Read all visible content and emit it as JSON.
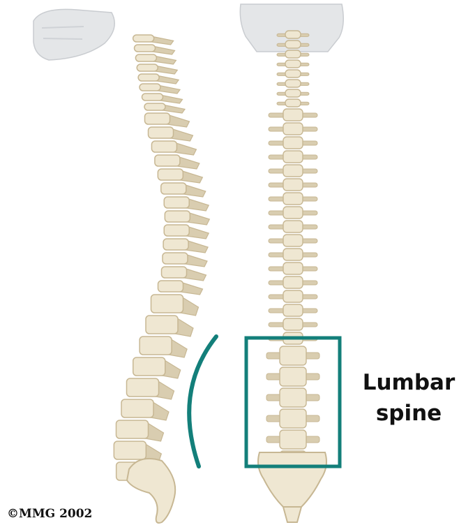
{
  "label": {
    "line1": "Lumbar",
    "line2": "spine"
  },
  "copyright": "©MMG 2002",
  "colors": {
    "bone": "#efe7d2",
    "bone_shadow": "#d9cdb0",
    "bone_outline": "#c7b793",
    "skull": "#e4e6e8",
    "highlight": "#137f7a",
    "text": "#111111"
  }
}
